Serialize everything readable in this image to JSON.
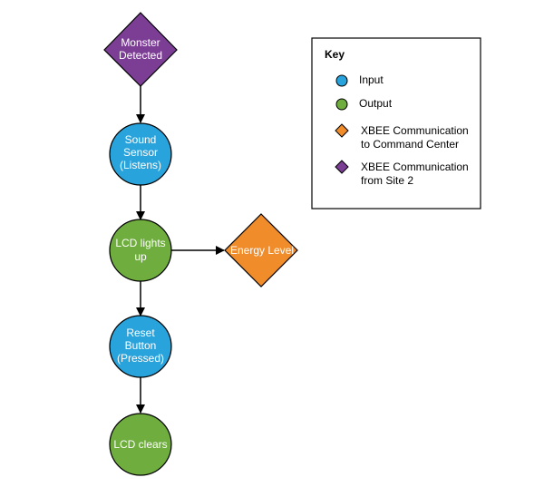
{
  "colors": {
    "input": "#29a3dc",
    "output": "#6fad3e",
    "xbee_to_command": "#f08c2a",
    "xbee_from_site2": "#7b3e94",
    "stroke": "#000000"
  },
  "nodes": {
    "monster": {
      "line1": "Monster",
      "line2": "Detected"
    },
    "sound": {
      "line1": "Sound",
      "line2": "Sensor",
      "line3": "(Listens)"
    },
    "lcd_on": {
      "line1": "LCD lights",
      "line2": "up"
    },
    "energy": {
      "line1": "Energy Level"
    },
    "reset": {
      "line1": "Reset",
      "line2": "Button",
      "line3": "(Pressed)"
    },
    "lcd_clear": {
      "line1": "LCD clears"
    }
  },
  "key": {
    "title": "Key",
    "items": [
      {
        "line1": "Input"
      },
      {
        "line1": "Output"
      },
      {
        "line1": "XBEE Communication",
        "line2": "to Command Center"
      },
      {
        "line1": "XBEE Communication",
        "line2": "from Site 2"
      }
    ]
  }
}
